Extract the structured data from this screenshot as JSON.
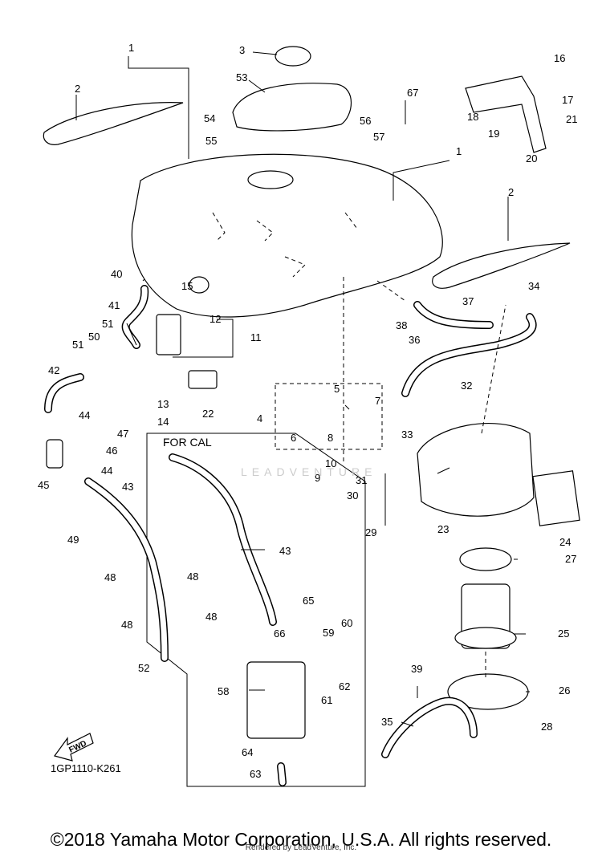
{
  "diagram": {
    "figure_code": "1GP1110-K261",
    "for_cal_label": "FOR CAL",
    "fwd_label": "FWD",
    "watermark": "LEADVENTURE",
    "copyright": "©2018 Yamaha Motor Corporation, U.S.A. All rights reserved.",
    "rendered_by": "Rendered by LeadVenture, Inc.",
    "callouts": [
      "1",
      "2",
      "3",
      "53",
      "54",
      "55",
      "56",
      "57",
      "67",
      "16",
      "17",
      "18",
      "19",
      "20",
      "21",
      "1",
      "2",
      "40",
      "15",
      "41",
      "12",
      "11",
      "51",
      "50",
      "51",
      "42",
      "13",
      "14",
      "22",
      "44",
      "47",
      "46",
      "45",
      "44",
      "49",
      "43",
      "48",
      "48",
      "52",
      "4",
      "5",
      "7",
      "6",
      "8",
      "10",
      "9",
      "31",
      "30",
      "29",
      "33",
      "32",
      "38",
      "36",
      "37",
      "34",
      "23",
      "24",
      "27",
      "25",
      "26",
      "28",
      "39",
      "35",
      "43",
      "48",
      "48",
      "65",
      "66",
      "60",
      "59",
      "62",
      "61",
      "58",
      "64",
      "63"
    ]
  }
}
